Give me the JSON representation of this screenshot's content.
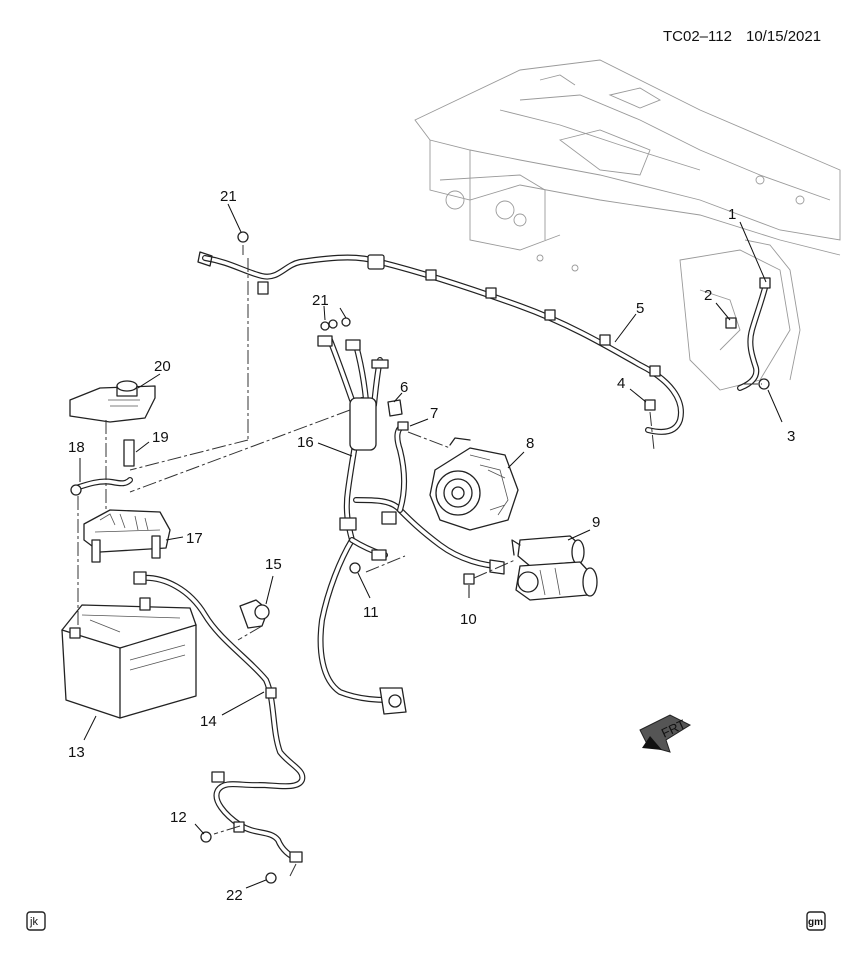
{
  "header": {
    "code": "TC02–112",
    "date": "10/15/2021"
  },
  "callouts": [
    "1",
    "2",
    "3",
    "4",
    "5",
    "6",
    "7",
    "8",
    "9",
    "10",
    "11",
    "12",
    "13",
    "14",
    "15",
    "16",
    "17",
    "18",
    "19",
    "20",
    "21",
    "21",
    "22"
  ],
  "direction_label": "FRT",
  "footer": {
    "left_badge": "jk",
    "right_badge": "gm"
  }
}
